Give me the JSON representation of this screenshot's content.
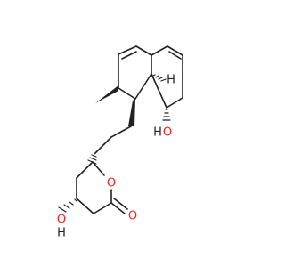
{
  "molecule": {
    "atoms": {
      "oxygen_hydroxyl_top": "O",
      "hydrogen_hydroxyl_top": "H",
      "hydrogen_ring_junction": "H",
      "oxygen_ring": "O",
      "oxygen_hydroxyl_bottom": "O",
      "hydrogen_hydroxyl_bottom": "H",
      "oxygen_carbonyl": "O"
    },
    "colors": {
      "oxygen": "#ff2020",
      "bond": "#222222",
      "hydrogen": "#222222"
    }
  }
}
